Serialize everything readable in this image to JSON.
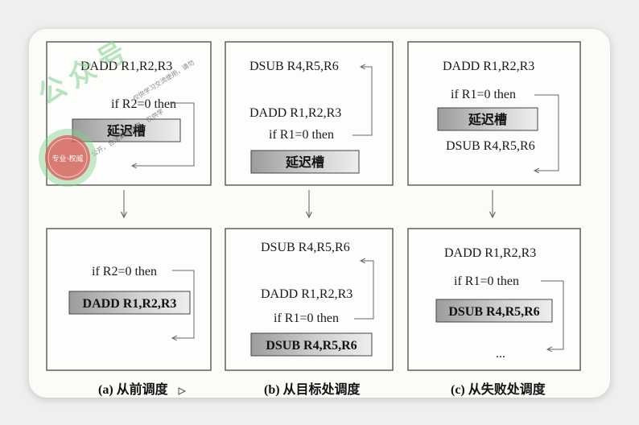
{
  "diagram": {
    "top_row": {
      "a": {
        "line1": "DADD R1,R2,R3",
        "line2": "if R2=0 then",
        "slot": "延迟槽"
      },
      "b": {
        "line1": "DSUB R4,R5,R6",
        "line2": "DADD R1,R2,R3",
        "line3": "if R1=0 then",
        "slot": "延迟槽"
      },
      "c": {
        "line1": "DADD R1,R2,R3",
        "line2": "if R1=0 then",
        "slot": "延迟槽",
        "line3": "DSUB R4,R5,R6"
      }
    },
    "bottom_row": {
      "a": {
        "line1": "if R2=0 then",
        "slot": "DADD R1,R2,R3"
      },
      "b": {
        "line1": "DSUB R4,R5,R6",
        "line2": "DADD R1,R2,R3",
        "line3": "if R1=0 then",
        "slot": "DSUB R4,R5,R6"
      },
      "c": {
        "line1": "DADD R1,R2,R3",
        "line2": "if R1=0 then",
        "slot": "DSUB R4,R5,R6",
        "line3": "..."
      }
    },
    "captions": {
      "a": "(a) 从前调度",
      "b": "(b) 从目标处调度",
      "c": "(c) 从失败处调度"
    }
  },
  "watermark": {
    "seal_text": "专业·权威",
    "line": "仅供学习交流使用，请勿",
    "line2": "公开，合法渠道获得，仅供学",
    "big": "公 众 号"
  },
  "colors": {
    "slot_fill": "#c8c8c8",
    "panel_border": "#555555",
    "watermark": "#7fd08a",
    "seal": "#e05555"
  }
}
